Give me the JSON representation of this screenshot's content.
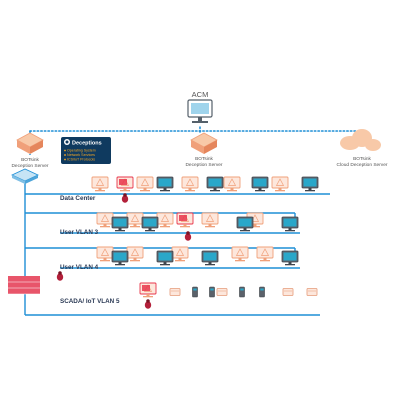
{
  "colors": {
    "network": "#1f8fd6",
    "decoy": "#f0a07a",
    "decoy_fill": "#fde7dc",
    "real": "#6b7078",
    "highlight": "#e8354b",
    "plc_real": "#4a5058",
    "plc_decoy": "#e59a78",
    "callout_bg": "#0f3a5f",
    "callout_text": "#f5a623"
  },
  "acm": {
    "label": "ACM"
  },
  "servers": {
    "left": [
      "BOTsink",
      "Deception Server"
    ],
    "center": [
      "BOTsink",
      "Deception Server"
    ],
    "right": [
      "BOTsink",
      "Cloud Deception Server"
    ]
  },
  "callout": {
    "title": "Deceptions",
    "items": [
      "Operating System",
      "Network Services",
      "ICS/IoT Protocols"
    ]
  },
  "segments": [
    {
      "label": "Data Center"
    },
    {
      "label": "User VLAN 3"
    },
    {
      "label": "User VLAN 4"
    },
    {
      "label": "SCADA/ IoT VLAN 5"
    }
  ]
}
